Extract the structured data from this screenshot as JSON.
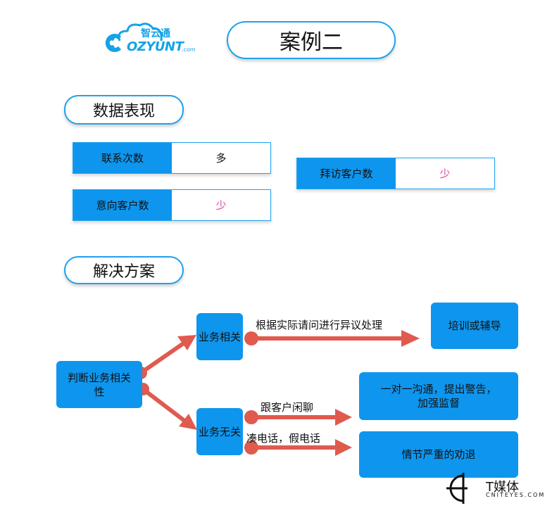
{
  "logo": {
    "cn": "智云通",
    "en": "OZYUNT",
    "com": ".com",
    "brand_color": "#14a3e6"
  },
  "title": "案例二",
  "section1": {
    "heading": "数据表现",
    "rows": [
      {
        "label": "联系次数",
        "value": "多",
        "value_color": "#111111"
      },
      {
        "label": "意向客户数",
        "value": "少",
        "value_color": "#e83aa0"
      },
      {
        "label": "拜访客户数",
        "value": "少",
        "value_color": "#e83aa0"
      }
    ]
  },
  "section2": {
    "heading": "解决方案",
    "judge": "判断业务相关性",
    "related": "业务相关",
    "unrelated": "业务无关",
    "related_action": "根据实际请问进行异议处理",
    "related_result": "培训或辅导",
    "unrelated_action1": "跟客户闲聊",
    "unrelated_result1": "一对一沟通，提出警告，加强监督",
    "unrelated_action2": "凑电话，假电话",
    "unrelated_result2": "情节严重的劝退"
  },
  "watermark": {
    "cn": "T媒体",
    "en": "CNITEYES.COM"
  },
  "colors": {
    "accent": "#1fa2ee",
    "box": "#0e96ee",
    "arrow": "#e05a4e"
  }
}
